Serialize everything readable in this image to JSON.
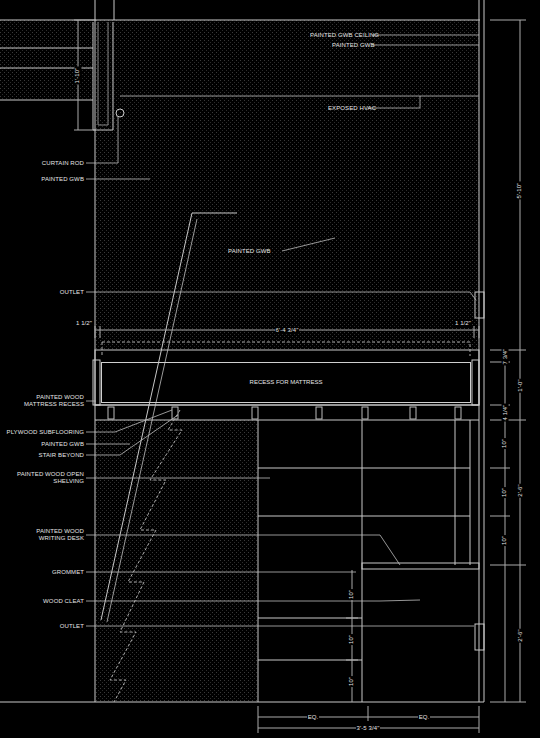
{
  "diagram": {
    "nodes": [
      {
        "text": [
          "RECESS FOR MATTRESS"
        ]
      }
    ],
    "labels": [
      "PAINTED GWB CEILING",
      "PAINTED GWB",
      "1'-10\"",
      "EXPOSED HVAC",
      "CURTAIN ROD",
      "PAINTED GWB",
      "PAINTED GWB",
      "5'-10\"",
      "OUTLET",
      "1 1/2\"",
      "6'-4 3/4\"",
      "1 1/2\"",
      "7 3/4\"",
      "1'-0\"",
      "PAINTED WOOD MATTRESS RECESS",
      "4 1/4\"",
      "PLYWOOD SUBFLOORING",
      "PAINTED GWB",
      "STAIR BEYOND",
      "10\"",
      "PAINTED WOOD OPEN SHELVING",
      "2'-6\"",
      "10\"",
      "10\"",
      "PAINTED WOOD WRITING DESK",
      "GROMMET",
      "10\"",
      "WOOD CLEAT",
      "OUTLET",
      "10\"",
      "2'-6\"",
      "10\"",
      "EQ.",
      "EQ.",
      "3'-5 3/4\""
    ]
  }
}
